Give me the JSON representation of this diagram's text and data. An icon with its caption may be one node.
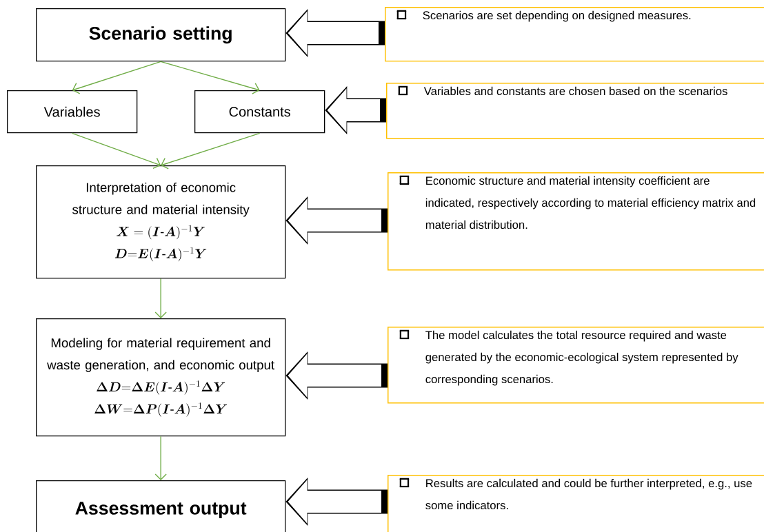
{
  "diagram": {
    "nodes": [
      {
        "text": [
          "Scenario setting"
        ]
      },
      {
        "text": [
          "Variables"
        ]
      },
      {
        "text": [
          "Constants"
        ]
      },
      {
        "text": [
          "Interpretation of economic structure and material intensity",
          "\\bm{X}=(\\bm{I}\\text{-}\\bm{A})^{-1}\\bm{Y}",
          "\\bm{D}\\mathbf{=}\\bm{E}(\\bm{I}\\text{-}\\bm{A})^{-1}\\bm{Y}"
        ]
      },
      {
        "text": [
          "Modeling for material requirement and waste generation, and economic output",
          "\\bm{\\Delta D}\\mathbf{=}\\bm{\\Delta E}(\\bm{I}\\text{-}\\bm{A})^{-1}\\bm{\\Delta Y}",
          "\\bm{\\Delta W}\\mathbf{=}\\bm{\\Delta P}(\\bm{I}\\text{-}\\bm{A})^{-1}\\bm{\\Delta Y}"
        ]
      },
      {
        "text": [
          "Assessment output"
        ]
      },
      {
        "text": [
          "Scenarios are set depending on designed measures."
        ]
      },
      {
        "text": [
          "Variables and constants are chosen based on the scenarios"
        ]
      },
      {
        "text": [
          "Economic structure and material intensity coefficient are indicated, respectively according to material efficiency matrix and material distribution."
        ]
      },
      {
        "text": [
          "The model calculates the total resource required and waste generated by the economic-ecological system represented by corresponding scenarios."
        ]
      },
      {
        "text": [
          "Results are calculated and could be further interpreted, e.g., use some indicators."
        ]
      }
    ],
    "edges": [
      {
        "from": 0,
        "to": 1,
        "arrow": "to"
      },
      {
        "from": 0,
        "to": 2,
        "arrow": "to"
      },
      {
        "from": 1,
        "to": 3,
        "arrow": "to"
      },
      {
        "from": 2,
        "to": 3,
        "arrow": "to"
      },
      {
        "from": 3,
        "to": 4,
        "arrow": "to"
      },
      {
        "from": 4,
        "to": 5,
        "arrow": "to"
      },
      {
        "from": 6,
        "to": 0,
        "arrow": "to",
        "style": "thick",
        "color": "#000000"
      },
      {
        "from": 7,
        "to": 2,
        "arrow": "to",
        "style": "thick",
        "color": "#000000"
      },
      {
        "from": 8,
        "to": 3,
        "arrow": "to",
        "style": "thick",
        "color": "#000000"
      },
      {
        "from": 9,
        "to": 4,
        "arrow": "to",
        "style": "thick",
        "color": "#000000"
      },
      {
        "from": 10,
        "to": 5,
        "arrow": "to",
        "style": "thick",
        "color": "#000000"
      }
    ]
  }
}
